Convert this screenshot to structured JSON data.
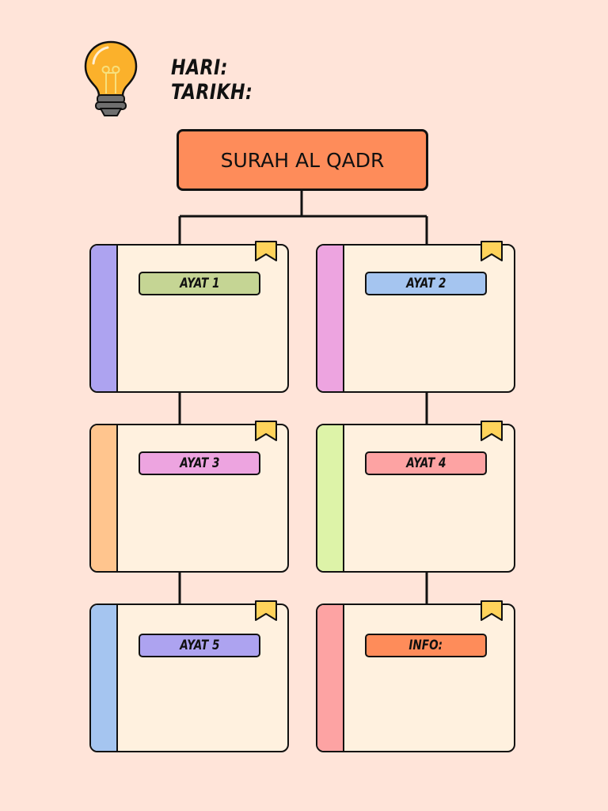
{
  "header": {
    "day_label": "HARI:",
    "date_label": "TARIKH:"
  },
  "title": "SURAH AL QADR",
  "cards": [
    {
      "label": "AYAT 1",
      "spine_color": "#ada3f0",
      "tag_color": "#c5d594"
    },
    {
      "label": "AYAT 2",
      "spine_color": "#eda4e0",
      "tag_color": "#a5c5f0"
    },
    {
      "label": "AYAT 3",
      "spine_color": "#ffc58e",
      "tag_color": "#eda4e0"
    },
    {
      "label": "AYAT 4",
      "spine_color": "#ddf3a8",
      "tag_color": "#fda3a3"
    },
    {
      "label": "AYAT 5",
      "spine_color": "#a5c5f0",
      "tag_color": "#ada3f0"
    },
    {
      "label": "INFO:",
      "spine_color": "#fda3a3",
      "tag_color": "#fe8c5a"
    }
  ],
  "colors": {
    "background": "#ffe4d9",
    "title_fill": "#fe8c5a",
    "card_fill": "#fff1df",
    "bookmark": "#ffd35b",
    "bulb": "#fbb12b"
  },
  "icons": [
    "lightbulb-icon",
    "bookmark-icon"
  ]
}
